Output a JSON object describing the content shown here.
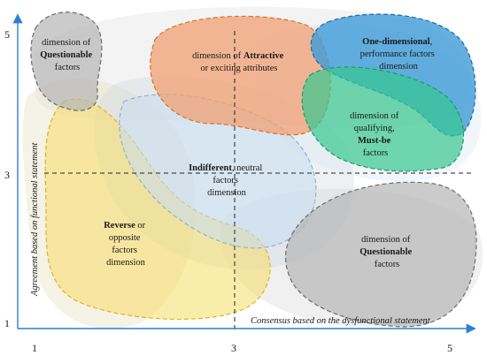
{
  "figure": {
    "x_axis_title": "Consensus based on the dysfunctional statement",
    "y_axis_title": "Agreement based on functional statement",
    "x_ticks": [
      "1",
      "3",
      "5"
    ],
    "y_ticks": [
      "5",
      "3",
      "1"
    ],
    "colors": {
      "axis": "#2f7fd0",
      "questionable": "#b8b8b8",
      "attractive": "#f2a074",
      "one_dimensional": "#3d9bd8",
      "must_be": "#36c890",
      "indifferent": "#c6dcf0",
      "reverse": "#f5dc66",
      "ghost": "#d9d9d9"
    }
  },
  "regions": {
    "questionable_top": {
      "line1": "dimension of",
      "bold": "Questionable",
      "line3": "factors"
    },
    "attractive": {
      "line1_pre": "dimension of ",
      "line1_bold": "Attractive",
      "line2": "or exciting attributes"
    },
    "one_dimensional": {
      "bold": "One-dimensional",
      "line1_post": ",",
      "line2": "performance factors",
      "line3": "dimension"
    },
    "must_be": {
      "line1": "dimension of",
      "line2": "qualifying,",
      "bold": "Must-be",
      "line4": "factors"
    },
    "indifferent": {
      "bold": "Indifferent",
      "line1_post": ", neutral",
      "line2": "factors",
      "line3": "dimension"
    },
    "reverse": {
      "bold": "Reverse",
      "line1_post": " or",
      "line2": "opposite",
      "line3": "factors",
      "line4": "dimension"
    },
    "questionable_bottom": {
      "line1": "dimension of",
      "bold": "Questionable",
      "line3": "factors"
    }
  }
}
